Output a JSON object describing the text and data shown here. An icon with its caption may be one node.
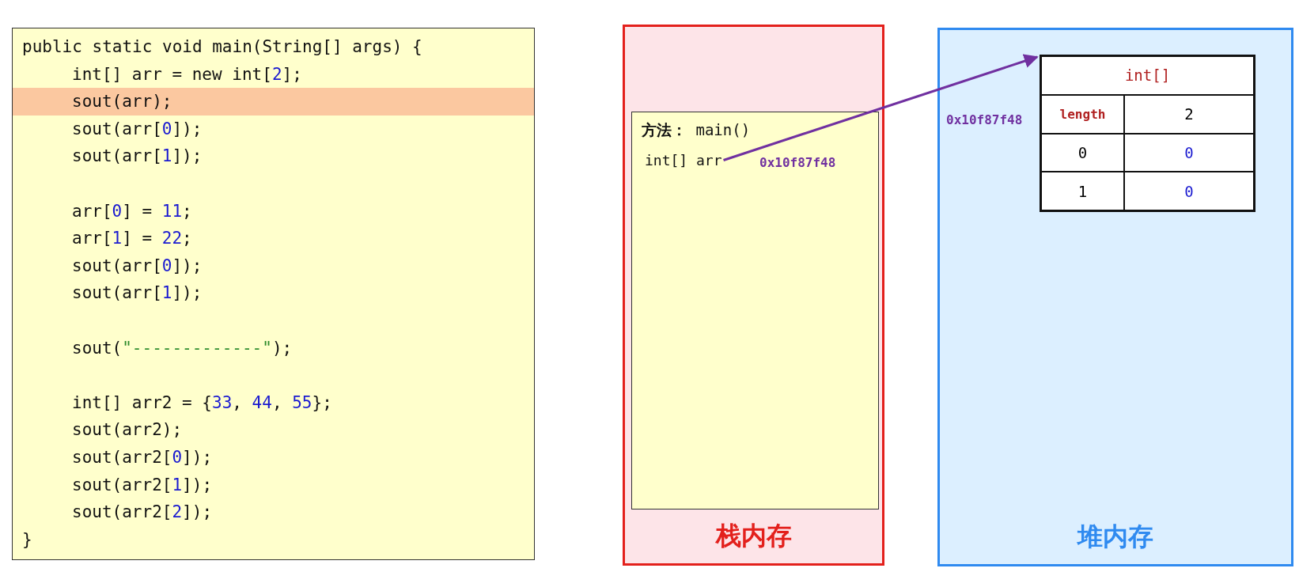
{
  "diagram": {
    "nodes": [
      {
        "text": [
          "public static void main(String[] args) {",
          "int[] arr = new int[2];",
          "sout(arr);",
          "sout(arr[0]);",
          "sout(arr[1]);",
          "arr[0] = 11;",
          "arr[1] = 22;",
          "sout(arr[0]);",
          "sout(arr[1]);",
          "sout(\"-------------\");",
          "int[] arr2 = {33, 44, 55};",
          "sout(arr2);",
          "sout(arr2[0]);",
          "sout(arr2[1]);",
          "sout(arr2[2]);",
          "}"
        ]
      },
      {
        "text": [
          "栈内存"
        ]
      },
      {
        "text": [
          "**方法：** main()"
        ],
        "in": 1
      },
      {
        "text": [
          "int[] arr"
        ],
        "in": 2,
        "beside": [
          "0x10f87f48"
        ]
      },
      {
        "text": [
          "堆内存"
        ]
      },
      {
        "text": [
          "int[]",
          "length",
          "2",
          "0",
          "0",
          "1",
          "0"
        ],
        "in": 4,
        "beside": [
          "0x10f87f48"
        ]
      }
    ],
    "edges": [
      {
        "from": 3,
        "to": 5,
        "arrow": "to",
        "color": "#7030a0"
      }
    ]
  }
}
